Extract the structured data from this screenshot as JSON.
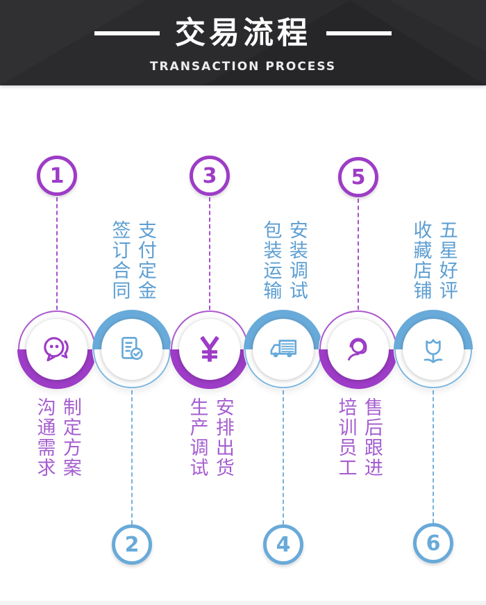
{
  "header": {
    "title": "交易流程",
    "subtitle": "TRANSACTION PROCESS"
  },
  "colors": {
    "header_bg": "#2b2b2d",
    "purple": "#9d3cc6",
    "purple_text": "#a55ecf",
    "blue": "#68aad9",
    "blue_text": "#5c9ed2"
  },
  "steps": [
    {
      "number": "1",
      "theme": "purple",
      "icon": "chat-bubble-icon",
      "label_col_left": "沟通需求",
      "label_col_right": "制定方案",
      "number_position": "top"
    },
    {
      "number": "2",
      "theme": "blue",
      "icon": "contract-check-icon",
      "label_col_left": "签订合同",
      "label_col_right": "支付定金",
      "number_position": "bottom"
    },
    {
      "number": "3",
      "theme": "purple",
      "icon": "yuan-currency-icon",
      "label_col_left": "生产调试",
      "label_col_right": "安排出货",
      "number_position": "top"
    },
    {
      "number": "4",
      "theme": "blue",
      "icon": "truck-icon",
      "label_col_left": "包装运输",
      "label_col_right": "安装调试",
      "number_position": "bottom"
    },
    {
      "number": "5",
      "theme": "purple",
      "icon": "headset-support-icon",
      "label_col_left": "培训员工",
      "label_col_right": "售后跟进",
      "number_position": "top"
    },
    {
      "number": "6",
      "theme": "blue",
      "icon": "flower-icon",
      "label_col_left": "收藏店铺",
      "label_col_right": "五星好评",
      "number_position": "bottom"
    }
  ]
}
